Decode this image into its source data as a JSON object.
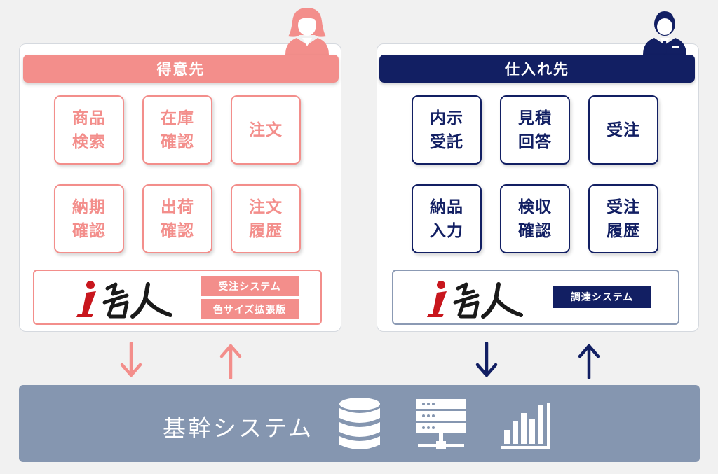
{
  "customer": {
    "title": "得意先",
    "tiles": [
      "商品\n検索",
      "在庫\n確認",
      "注文",
      "納期\n確認",
      "出荷\n確認",
      "注文\n履歴"
    ],
    "system_logo": "i名人",
    "system_tags": [
      "受注システム",
      "色サイズ拡張版"
    ]
  },
  "supplier": {
    "title": "仕入れ先",
    "tiles": [
      "内示\n受託",
      "見積\n回答",
      "受注",
      "納品\n入力",
      "検収\n確認",
      "受注\n履歴"
    ],
    "system_logo": "i名人",
    "system_tags": [
      "調達システム"
    ]
  },
  "core": {
    "label": "基幹システム",
    "icons": [
      "database-icon",
      "server-icon",
      "bar-chart-icon"
    ]
  },
  "colors": {
    "pink": "#f38e8b",
    "navy": "#121f63",
    "core_bg": "#8596b0",
    "logo_red": "#c8161d"
  },
  "icons": [
    "woman-user-icon",
    "man-user-icon",
    "arrow-down-icon",
    "arrow-up-icon"
  ]
}
